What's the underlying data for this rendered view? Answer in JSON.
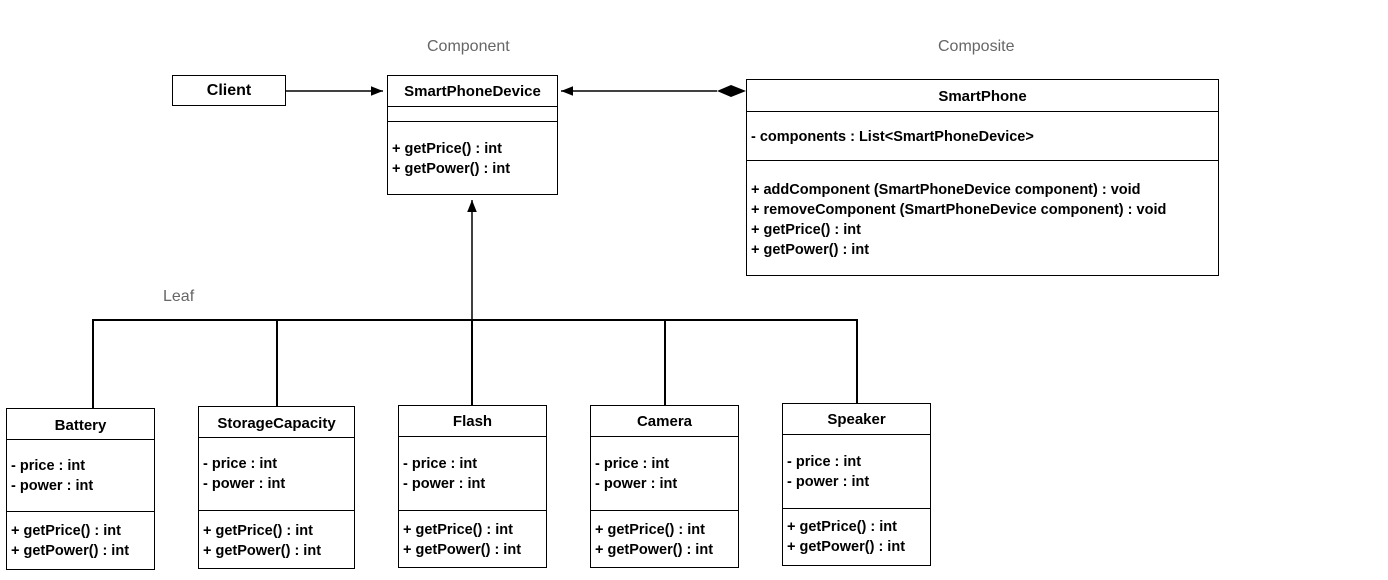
{
  "captions": {
    "component": "Component",
    "composite": "Composite",
    "leaf": "Leaf"
  },
  "client": {
    "name": "Client"
  },
  "component": {
    "name": "SmartPhoneDevice",
    "methods": [
      "+ getPrice() : int",
      "+ getPower() : int"
    ]
  },
  "composite": {
    "name": "SmartPhone",
    "attributes": [
      "- components : List<SmartPhoneDevice>"
    ],
    "methods": [
      "+ addComponent (SmartPhoneDevice component) : void",
      "+ removeComponent (SmartPhoneDevice component) : void",
      "+ getPrice() : int",
      "+ getPower() : int"
    ]
  },
  "leaves": [
    {
      "name": "Battery",
      "attributes": [
        "- price : int",
        "- power : int"
      ],
      "methods": [
        "+ getPrice() : int",
        "+ getPower() : int"
      ]
    },
    {
      "name": "StorageCapacity",
      "attributes": [
        "- price : int",
        "- power : int"
      ],
      "methods": [
        "+ getPrice() : int",
        "+ getPower() : int"
      ]
    },
    {
      "name": "Flash",
      "attributes": [
        "- price : int",
        "- power : int"
      ],
      "methods": [
        "+ getPrice() : int",
        "+ getPower() : int"
      ]
    },
    {
      "name": "Camera",
      "attributes": [
        "- price : int",
        "- power : int"
      ],
      "methods": [
        "+ getPrice() : int",
        "+ getPower() : int"
      ]
    },
    {
      "name": "Speaker",
      "attributes": [
        "- price : int",
        "- power : int"
      ],
      "methods": [
        "+ getPrice() : int",
        "+ getPower() : int"
      ]
    }
  ]
}
